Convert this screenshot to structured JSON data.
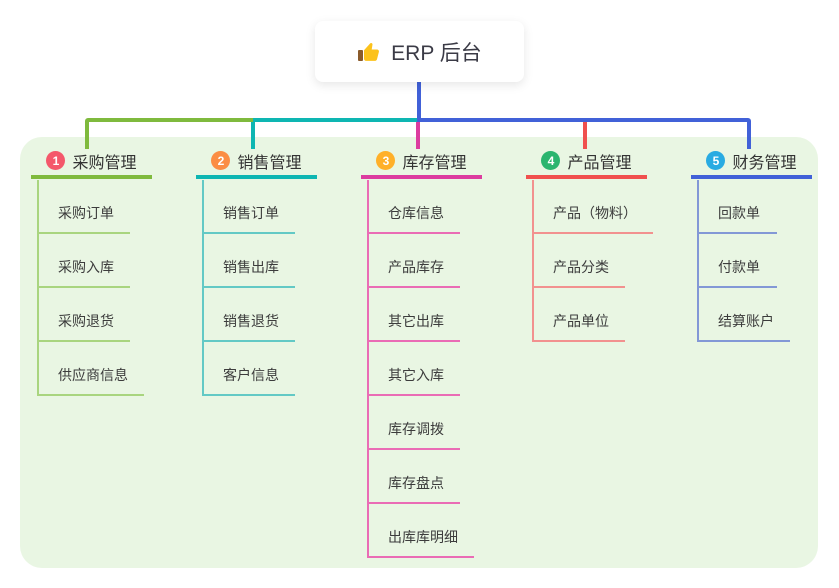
{
  "root": {
    "title": "ERP 后台",
    "icon": "thumbs-up-icon"
  },
  "branches": [
    {
      "index": "1",
      "title": "采购管理",
      "badge_color": "#f4586b",
      "line_color": "#7fba3d",
      "child_line_color": "#a9d57f",
      "children": [
        "采购订单",
        "采购入库",
        "采购退货",
        "供应商信息"
      ]
    },
    {
      "index": "2",
      "title": "销售管理",
      "badge_color": "#fb8d44",
      "line_color": "#0eb6b2",
      "child_line_color": "#63c9c5",
      "children": [
        "销售订单",
        "销售出库",
        "销售退货",
        "客户信息"
      ]
    },
    {
      "index": "3",
      "title": "库存管理",
      "badge_color": "#ffb029",
      "line_color": "#dc3c9f",
      "child_line_color": "#ea6cb5",
      "children": [
        "仓库信息",
        "产品库存",
        "其它出库",
        "其它入库",
        "库存调拨",
        "库存盘点",
        "出库库明细"
      ]
    },
    {
      "index": "4",
      "title": "产品管理",
      "badge_color": "#2bb56f",
      "line_color": "#f0504e",
      "child_line_color": "#f2918f",
      "children": [
        "产品（物料）",
        "产品分类",
        "产品单位"
      ]
    },
    {
      "index": "5",
      "title": "财务管理",
      "badge_color": "#29abe2",
      "line_color": "#4161d8",
      "child_line_color": "#8398d6",
      "children": [
        "回款单",
        "付款单",
        "结算账户"
      ]
    }
  ],
  "colors": {
    "canvas_bg": "#ffffff",
    "panel_bg": "#e9f6e3",
    "root_connector": "#4161d8",
    "root_card_bg": "#ffffff"
  }
}
